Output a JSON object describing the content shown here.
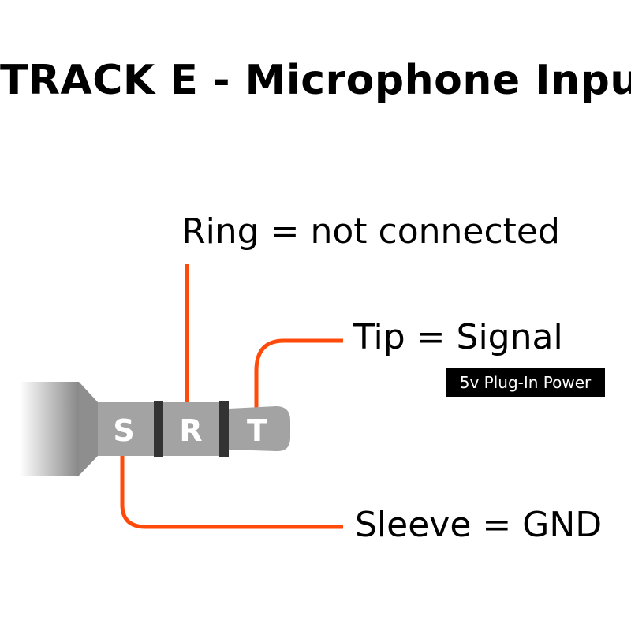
{
  "title": "TRACK E - Microphone Input",
  "labels": {
    "ring": "Ring = not connected",
    "tip": "Tip = Signal",
    "tip_note": "5v Plug-In Power",
    "sleeve": "Sleeve = GND"
  },
  "plug": {
    "sleeve": "S",
    "ring": "R",
    "tip": "T"
  },
  "colors": {
    "wire": "#ff4a0a",
    "plug": "#a0a0a0",
    "band": "#333333"
  }
}
